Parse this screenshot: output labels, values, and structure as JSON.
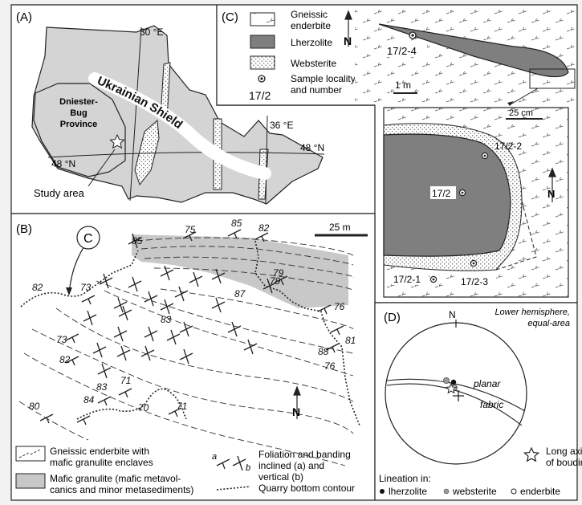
{
  "panels": {
    "a": {
      "label": "(A)",
      "meridian_30": "30 °E",
      "meridian_36": "36 °E",
      "parallel_48_east": "48 °N",
      "parallel_48_west": "48 °N",
      "region_name_line1": "Dniester-",
      "region_name_line2": "Bug",
      "region_name_line3": "Province",
      "shield_name": "Ukrainian Shield",
      "study_area": "Study area"
    },
    "b": {
      "label": "(B)",
      "callout": "C",
      "scale_label": "25 m",
      "north_label": "N",
      "dip_values": [
        "85",
        "75",
        "85",
        "82",
        "79",
        "73",
        "79",
        "76",
        "82",
        "87",
        "81",
        "73",
        "83",
        "88",
        "82",
        "76",
        "83",
        "71",
        "70",
        "71",
        "80",
        "84"
      ]
    },
    "c": {
      "label": "(C)",
      "scale_main": "1 m",
      "scale_inset": "25 cm",
      "north_label": "N",
      "samples": [
        "17/2-4",
        "17/2-2",
        "17/2",
        "17/2-1",
        "17/2-3"
      ]
    },
    "d": {
      "label": "(D)",
      "north_label": "N",
      "projection_line1": "Lower hemisphere,",
      "projection_line2": "equal-area",
      "planar_word": "planar",
      "fabric_word": "fabric",
      "star_label_line1": "Long axis",
      "star_label_line2": "of boudin",
      "lineation_title": "Lineation in:",
      "lineation_items": [
        "lherzolite",
        "websterite",
        "enderbite"
      ]
    }
  },
  "legend_b": {
    "gneissic_line1": "Gneissic enderbite with",
    "gneissic_line2": "mafic granulite enclaves",
    "mafic_line1": "Mafic granulite (mafic metavol-",
    "mafic_line2": "canics and minor metasediments)",
    "foliation_line1": "Foliation and banding",
    "foliation_line2": "inclined (a) and",
    "foliation_line3": "vertical (b)",
    "quarry": "Quarry bottom contour",
    "symbol_a": "a",
    "symbol_b": "b"
  },
  "legend_c": {
    "gneissic_line1": "Gneissic",
    "gneissic_line2": "enderbite",
    "lherzolite": "Lherzolite",
    "websterite": "Websterite",
    "sample_line1": "Sample locality",
    "sample_line2": "and number",
    "sample_example": "17/2"
  },
  "colors": {
    "background": "#f2f2f2",
    "panel": "#ffffff",
    "shield_fill": "#d4d4d4",
    "mafic_fill": "#c8c8c8",
    "lherzolite_fill": "#7f7f7f",
    "websterite_dot": "#6b6b6b",
    "websterite_point": "#999999"
  }
}
